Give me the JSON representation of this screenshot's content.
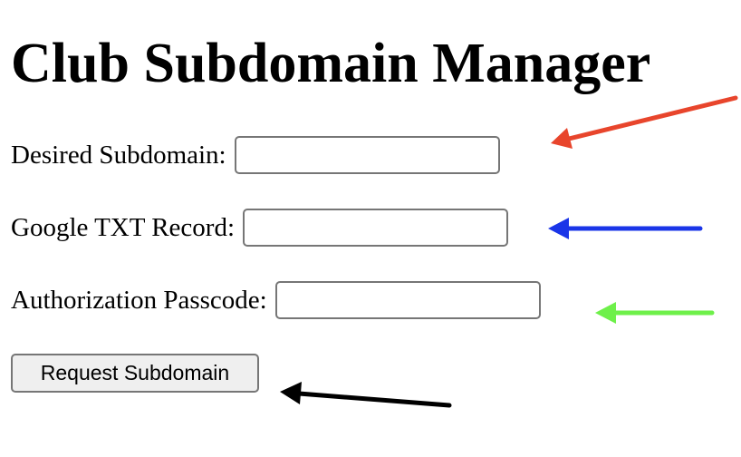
{
  "page": {
    "title": "Club Subdomain Manager"
  },
  "form": {
    "fields": [
      {
        "label": "Desired Subdomain:",
        "value": "",
        "placeholder": ""
      },
      {
        "label": "Google TXT Record:",
        "value": "",
        "placeholder": ""
      },
      {
        "label": "Authorization Passcode:",
        "value": "",
        "placeholder": ""
      }
    ],
    "submit_label": "Request Subdomain"
  },
  "annotations": {
    "arrow_colors": {
      "subdomain": "#e8452c",
      "txt_record": "#1a35e8",
      "passcode": "#6ef04a",
      "submit": "#000000"
    }
  },
  "theme": {
    "input_border": "#767676",
    "button_background": "#efefef"
  }
}
